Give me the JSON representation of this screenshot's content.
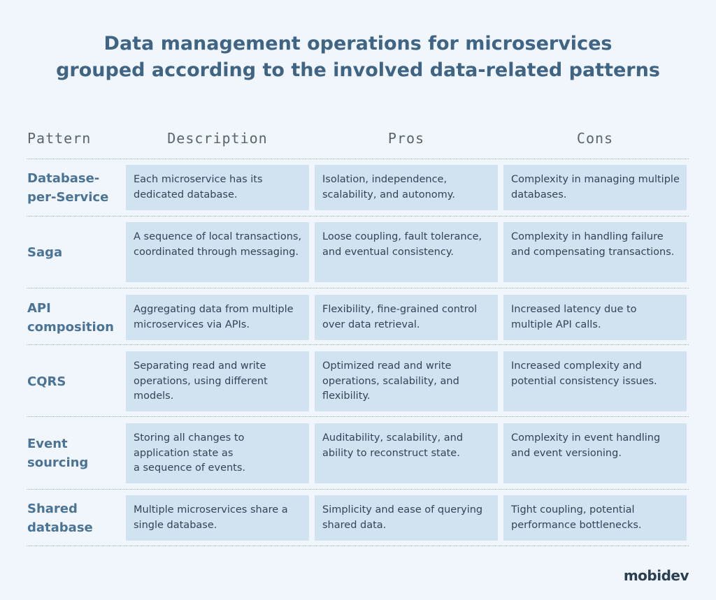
{
  "title": {
    "line1": "Data management operations for microservices",
    "line2": "grouped according to the involved data-related patterns"
  },
  "headers": {
    "pattern": "Pattern",
    "description": "Description",
    "pros": "Pros",
    "cons": "Cons"
  },
  "rows": [
    {
      "pattern": "Database-\nper-Service",
      "description": "Each microservice has its dedicated database.",
      "pros": "Isolation, independence, scalability, and autonomy.",
      "cons": "Complexity in managing multiple databases."
    },
    {
      "pattern": "Saga",
      "description": "A sequence of local transactions, coordinated through messaging.",
      "pros": "Loose coupling, fault tolerance, and eventual consistency.",
      "cons": "Complexity in handling failure and compensating transactions."
    },
    {
      "pattern": "API\ncomposition",
      "description": "Aggregating data from multiple microservices via APIs.",
      "pros": "Flexibility, fine-grained control over data retrieval.",
      "cons": "Increased latency due to multiple API calls."
    },
    {
      "pattern": "CQRS",
      "description": "Separating read and write operations, using different models.",
      "pros": "Optimized read and write operations, scalability, and flexibility.",
      "cons": "Increased complexity and potential consistency issues."
    },
    {
      "pattern": "Event\nsourcing",
      "description": "Storing all changes to application state as\na sequence of events.",
      "pros": "Auditability, scalability, and ability to reconstruct state.",
      "cons": "Complexity in event handling and event versioning."
    },
    {
      "pattern": "Shared\ndatabase",
      "description": "Multiple microservices share a single database.",
      "pros": "Simplicity and ease of querying shared data.",
      "cons": "Tight coupling, potential performance bottlenecks."
    }
  ],
  "logo": "mobidev"
}
